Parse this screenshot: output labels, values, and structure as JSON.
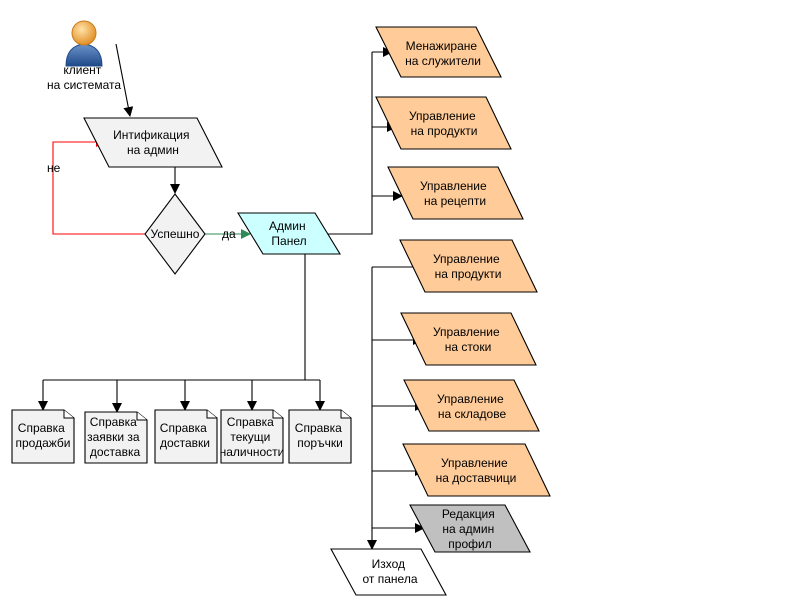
{
  "actor": {
    "label_line1": "клиент",
    "label_line2": "на системата"
  },
  "auth": {
    "line1": "Интификация",
    "line2": "на админ"
  },
  "decision": {
    "label": "Успешно",
    "yes_label": "да",
    "no_label": "не"
  },
  "admin_panel": {
    "line1": "Админ",
    "line2": "Панел"
  },
  "modules": [
    {
      "line1": "Менажиране",
      "line2": "на служители",
      "color": "#FFCC99"
    },
    {
      "line1": "Управление",
      "line2": "на продукти",
      "color": "#FFCC99"
    },
    {
      "line1": "Управление",
      "line2": "на рецепти",
      "color": "#FFCC99"
    },
    {
      "line1": "Управление",
      "line2": "на продукти",
      "color": "#FFCC99"
    },
    {
      "line1": "Управление",
      "line2": "на стоки",
      "color": "#FFCC99"
    },
    {
      "line1": "Управление",
      "line2": "на складове",
      "color": "#FFCC99"
    },
    {
      "line1": "Управление",
      "line2": "на  доставчици",
      "color": "#FFCC99"
    },
    {
      "line1": "Редакция",
      "line2": "на админ",
      "line3": "профил",
      "color": "#C0C0C0"
    }
  ],
  "exit": {
    "line1": "Изход",
    "line2": "от панела"
  },
  "reports": [
    {
      "line1": "Справка",
      "line2": "продажби"
    },
    {
      "line1": "Справка",
      "line2": "заявки за",
      "line3": "доставка"
    },
    {
      "line1": "Справка",
      "line2": "доставки"
    },
    {
      "line1": "Справка",
      "line2": "текущи",
      "line3": "наличности"
    },
    {
      "line1": "Справка",
      "line2": "поръчки"
    }
  ],
  "colors": {
    "auth_fill": "#F2F2F2",
    "panel_fill": "#CCFFFF",
    "module_fill": "#FFCC99",
    "profile_fill": "#C0C0C0",
    "no_edge": "#FF0000",
    "yes_edge": "#2E8B57",
    "stroke": "#000000"
  }
}
